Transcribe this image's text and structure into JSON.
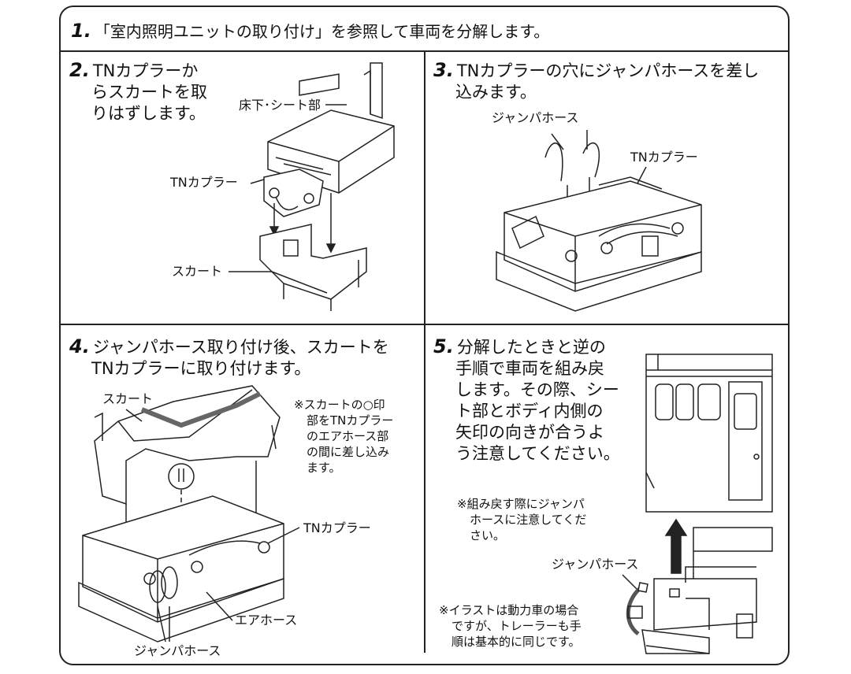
{
  "step1": {
    "num": "1.",
    "text": "「室内照明ユニットの取り付け」を参照して車両を分解します。"
  },
  "step2": {
    "num": "2.",
    "lines": [
      "TNカプラーか",
      "らスカートを取",
      "りはずします。"
    ],
    "labels": {
      "floor": "床下･シート部",
      "coupler": "TNカプラー",
      "skirt": "スカート"
    }
  },
  "step3": {
    "num": "3.",
    "lines": [
      "TNカプラーの穴にジャンパホースを差し",
      "込みます。"
    ],
    "labels": {
      "hose": "ジャンパホース",
      "coupler": "TNカプラー"
    }
  },
  "step4": {
    "num": "4.",
    "lines": [
      "ジャンパホース取り付け後、スカートを",
      "TNカプラーに取り付けます。"
    ],
    "labels": {
      "skirt": "スカート",
      "coupler": "TNカプラー",
      "airhose": "エアホース",
      "hose": "ジャンパホース"
    },
    "note_lines": [
      "※スカートの○印",
      "部をTNカプラー",
      "のエアホース部",
      "の間に差し込み",
      "ます。"
    ]
  },
  "step5": {
    "num": "5.",
    "lines": [
      "分解したときと逆の",
      "手順で車両を組み戻",
      "します。その際、シー",
      "ト部とボディ内側の",
      "矢印の向きが合うよ",
      "う注意してください。"
    ],
    "note1_lines": [
      "※組み戻す際にジャンパ",
      "ホースに注意してくだ",
      "さい。"
    ],
    "labels": {
      "hose": "ジャンパホース"
    },
    "note2_lines": [
      "※イラストは動力車の場合",
      "ですが、トレーラーも手",
      "順は基本的に同じです。"
    ]
  },
  "colors": {
    "line": "#222222",
    "bg": "#ffffff"
  }
}
